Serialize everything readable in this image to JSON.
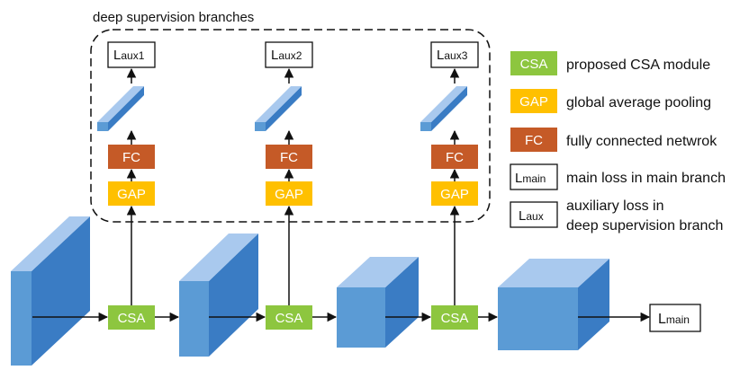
{
  "title": "deep supervision branches",
  "blocks": {
    "csa": "CSA",
    "gap": "GAP",
    "fc": "FC"
  },
  "losses": {
    "main": {
      "base": "L",
      "sub": "main"
    },
    "aux1": {
      "base": "L",
      "sub": "aux1"
    },
    "aux2": {
      "base": "L",
      "sub": "aux2"
    },
    "aux3": {
      "base": "L",
      "sub": "aux3"
    }
  },
  "legend": {
    "csa": {
      "label": "CSA",
      "text": "proposed CSA module"
    },
    "gap": {
      "label": "GAP",
      "text": "global average pooling"
    },
    "fc": {
      "label": "FC",
      "text": "fully connected netwrok"
    },
    "lmain": {
      "base": "L",
      "sub": "main",
      "text": "main loss in main branch"
    },
    "laux": {
      "base": "L",
      "sub": "aux",
      "text_line1": "auxiliary loss in",
      "text_line2": "deep supervision branch"
    }
  },
  "colors": {
    "csa": "#8DC63F",
    "gap": "#FFC000",
    "fc": "#C55A27",
    "cube_front": "#5B9BD5",
    "cube_top": "#A9C9EE",
    "cube_side": "#3A7CC4"
  }
}
